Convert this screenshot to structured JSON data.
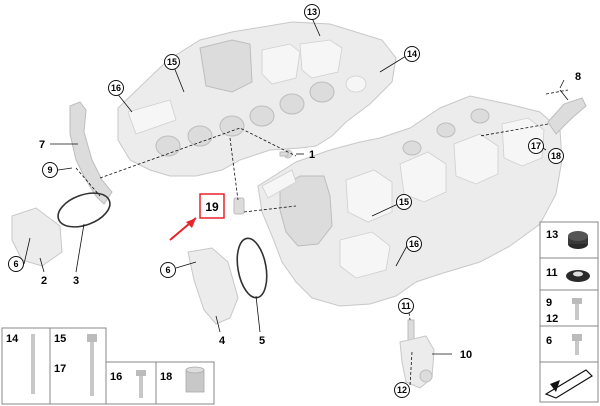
{
  "callouts": {
    "c13": "13",
    "c14": "14",
    "c15a": "15",
    "c16a": "16",
    "c9a": "9",
    "c17": "17",
    "c18": "18",
    "c15b": "15",
    "c16b": "16",
    "c6a": "6",
    "c6b": "6",
    "c11": "11",
    "c12": "12"
  },
  "labels": {
    "l1": "1",
    "l2": "2",
    "l3": "3",
    "l4": "4",
    "l5": "5",
    "l7": "7",
    "l8": "8",
    "l10": "10",
    "l19": "19"
  },
  "legend_right": {
    "r13": "13",
    "r11": "11",
    "r9": "9",
    "r12": "12",
    "r6": "6"
  },
  "legend_bottom": {
    "b14": "14",
    "b15": "15",
    "b17": "17",
    "b16": "16",
    "b18": "18"
  },
  "colors": {
    "highlight": "#e8232a",
    "line": "#111111",
    "part": "#ececec"
  }
}
